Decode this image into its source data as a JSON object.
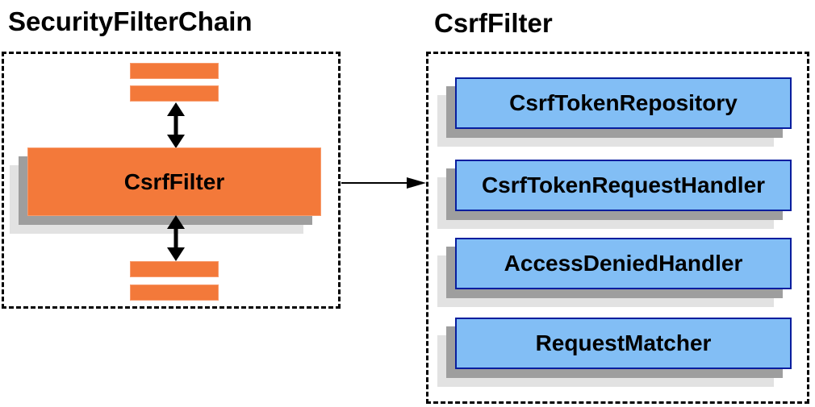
{
  "diagram": {
    "left_panel": {
      "title": "SecurityFilterChain",
      "filter_box_label": "CsrfFilter"
    },
    "right_panel": {
      "title": "CsrfFilter",
      "components": [
        "CsrfTokenRepository",
        "CsrfTokenRequestHandler",
        "AccessDeniedHandler",
        "RequestMatcher"
      ]
    },
    "colors": {
      "orange_fill": "#F3793A",
      "blue_fill": "#82BEF5",
      "blue_border": "#071D9E",
      "shadow_dark": "#9E9E9E",
      "shadow_light": "#E2E2E2",
      "arrow": "#000000",
      "dashed_border": "#000000",
      "text": "#000000"
    }
  }
}
